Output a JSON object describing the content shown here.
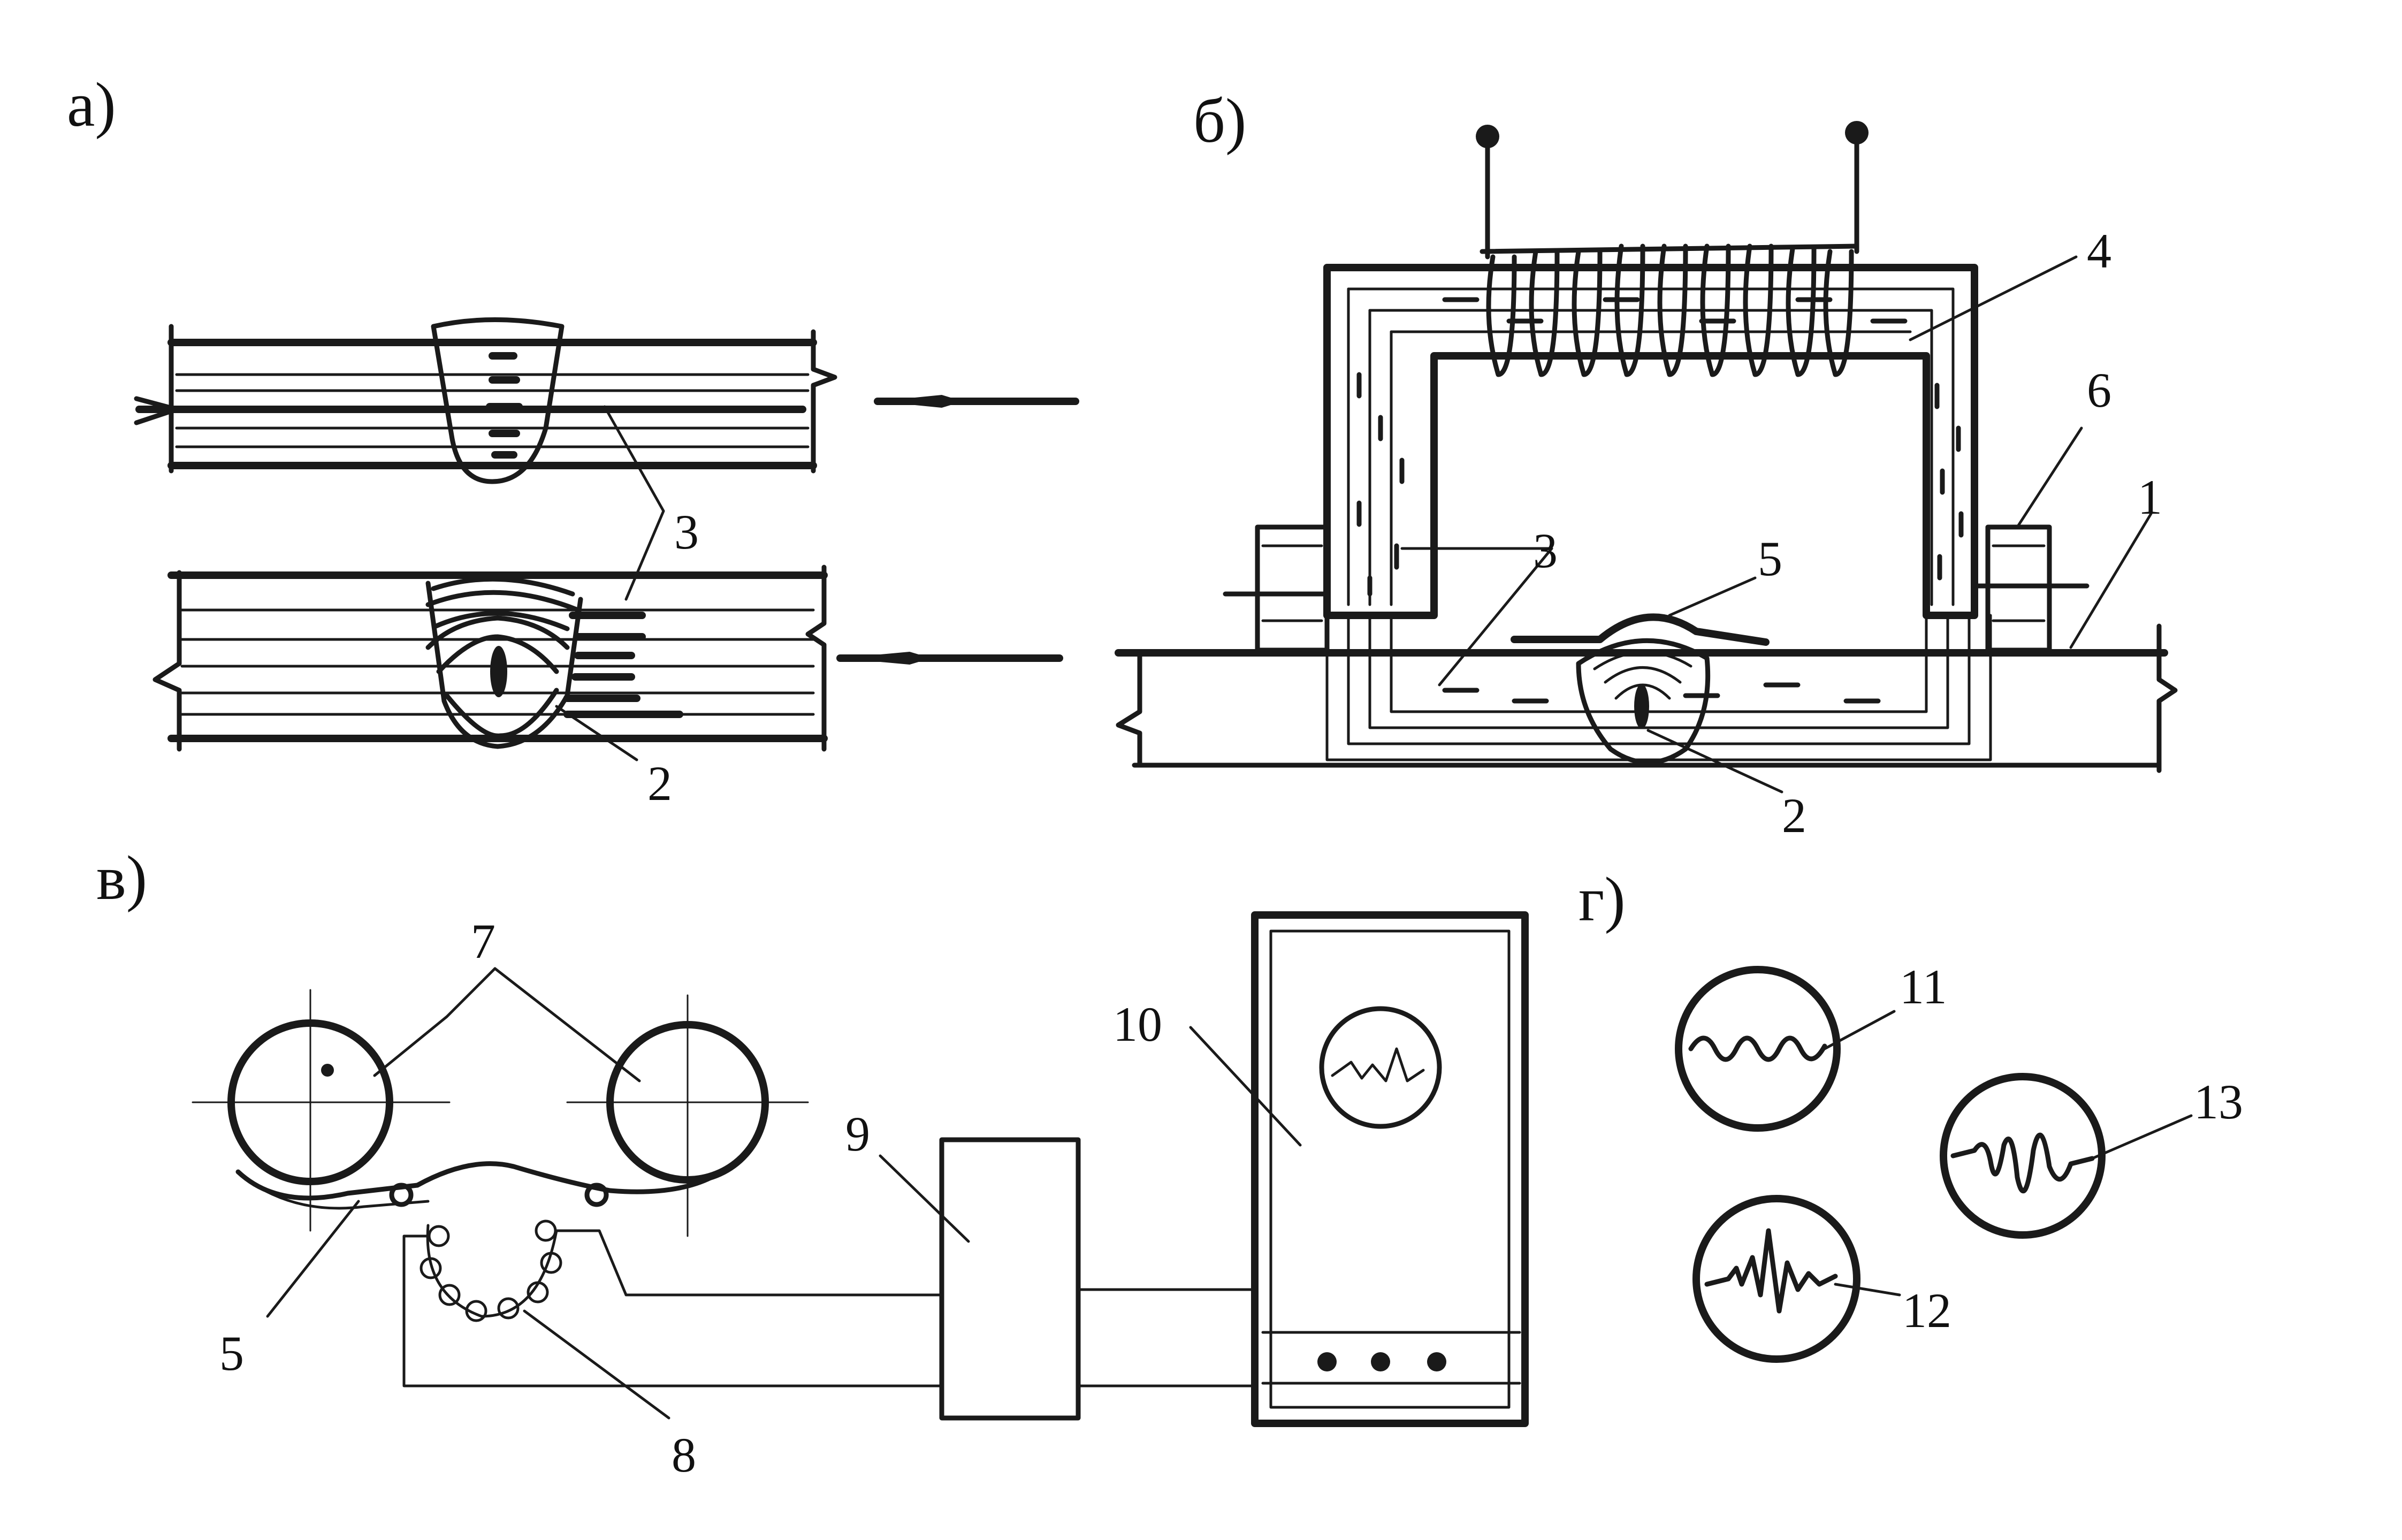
{
  "panels": {
    "a": {
      "label": "а)",
      "callouts": {
        "flux_lines": "3",
        "defect": "2"
      }
    },
    "b": {
      "label": "б)",
      "callouts": {
        "magnetic_core": "4",
        "flux_lines": "3",
        "magnetic_tape": "5",
        "pole_block": "6",
        "specimen": "1",
        "defect": "2"
      }
    },
    "c": {
      "label": "в)",
      "callouts": {
        "tape_drive_rollers": "7",
        "magnetic_tape": "5",
        "read_head": "8",
        "amplifier": "9",
        "oscilloscope": "10"
      }
    },
    "d": {
      "label": "г)",
      "callouts": {
        "signal_a": "11",
        "signal_b": "12",
        "signal_c": "13"
      }
    }
  },
  "colors": {
    "ink": "#1a1a1a",
    "paper": "#ffffff"
  }
}
